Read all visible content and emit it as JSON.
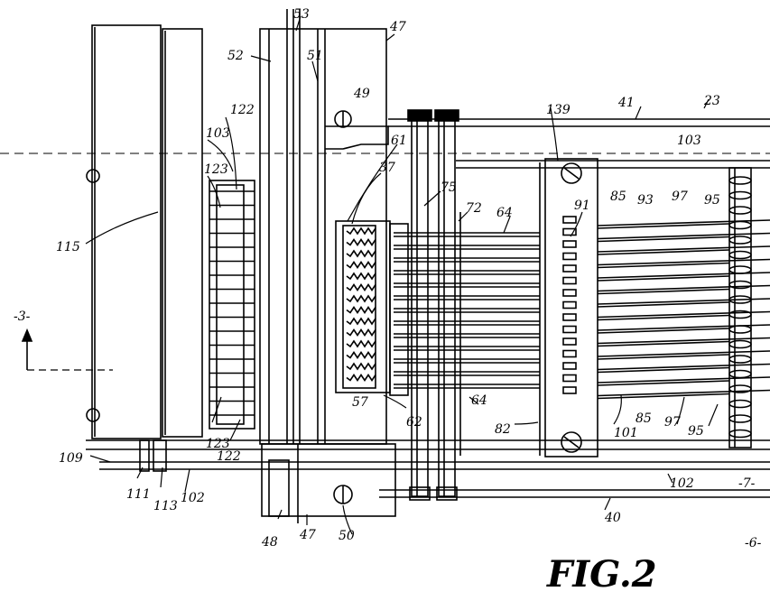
{
  "figure": {
    "title": "FIG.2",
    "section_marker": "-3-",
    "ref_marker_7": "-7-",
    "ref_marker_6": "-6-"
  },
  "labels": {
    "l23": "23",
    "l37": "37",
    "l40": "40",
    "l41": "41",
    "l47": "47",
    "l48": "48",
    "l49": "49",
    "l50": "50",
    "l51": "51",
    "l52": "52",
    "l53": "53",
    "l57": "57",
    "l61": "61",
    "l62": "62",
    "l64": "64",
    "l72": "72",
    "l75": "75",
    "l82": "82",
    "l85": "85",
    "l91": "91",
    "l93": "93",
    "l95": "95",
    "l97": "97",
    "l101": "101",
    "l102": "102",
    "l103": "103",
    "l109": "109",
    "l111": "111",
    "l113": "113",
    "l115": "115",
    "l122": "122",
    "l123": "123",
    "l139": "139"
  },
  "colors": {
    "ink": "#000000",
    "paper": "#ffffff"
  }
}
